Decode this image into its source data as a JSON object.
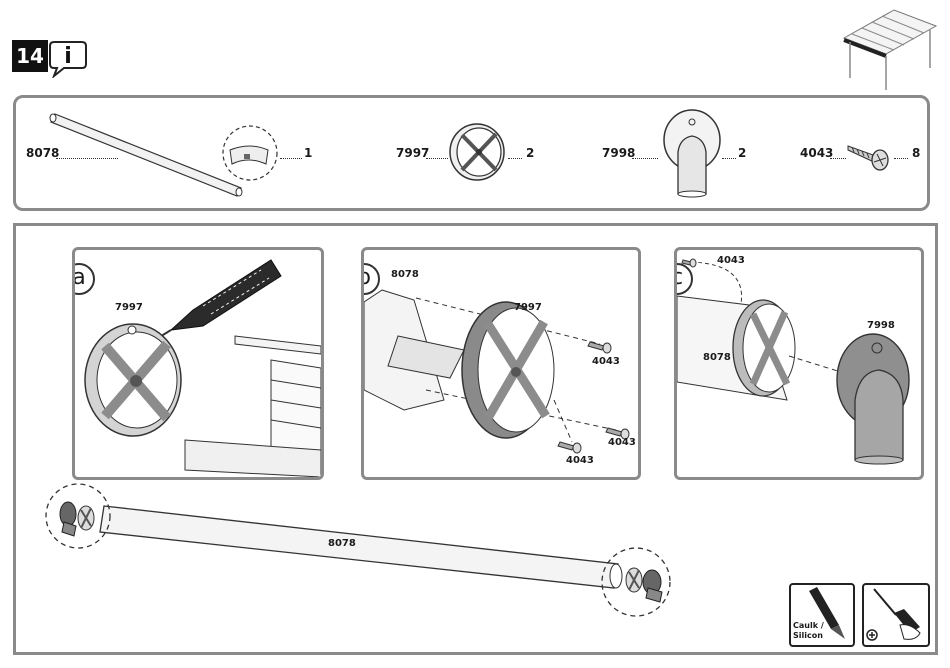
{
  "header": {
    "step_number": "14",
    "info_icon_letter": "i"
  },
  "parts": [
    {
      "code": "8078",
      "qty": "1"
    },
    {
      "code": "7997",
      "qty": "2"
    },
    {
      "code": "7998",
      "qty": "2"
    },
    {
      "code": "4043",
      "qty": "8"
    }
  ],
  "panels": {
    "a": {
      "letter": "a",
      "part_label": "7997"
    },
    "b": {
      "letter": "b",
      "tube_label": "8078",
      "cap_label": "7997",
      "screw_labels": [
        "4043",
        "4043",
        "4043"
      ]
    },
    "c": {
      "letter": "c",
      "screw_label": "4043",
      "tube_label": "8078",
      "end_label": "7998"
    }
  },
  "assembly": {
    "tube_label": "8078"
  },
  "tools": [
    {
      "name": "caulk",
      "label_line1": "Caulk /",
      "label_line2": "Silicon"
    },
    {
      "name": "screwdriver",
      "label_line1": "",
      "label_line2": ""
    }
  ]
}
